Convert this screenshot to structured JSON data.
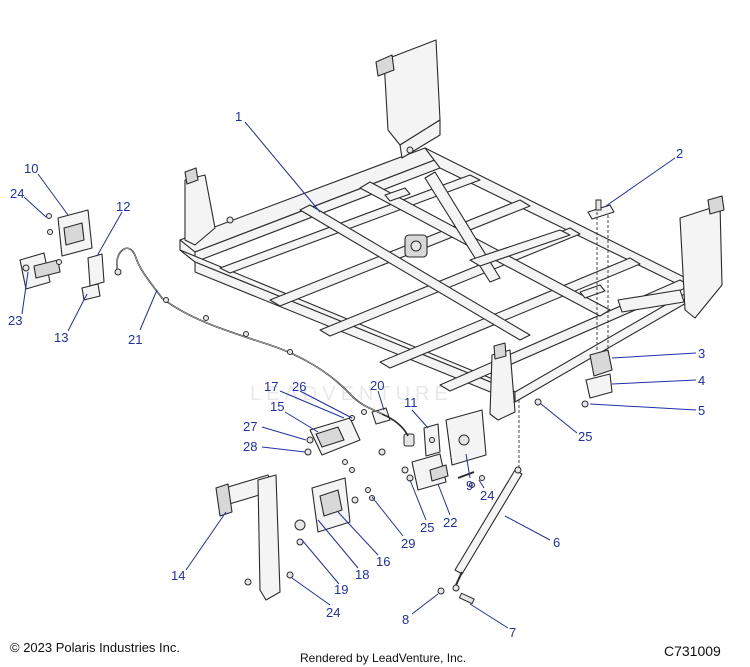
{
  "footer": {
    "copyright": "© 2023 Polaris Industries Inc.",
    "rendered_by": "Rendered by LeadVenture, Inc.",
    "diagram_code": "C731009"
  },
  "watermark": "LEADVENTURE",
  "callouts": [
    "1",
    "2",
    "3",
    "4",
    "5",
    "6",
    "7",
    "8",
    "9",
    "10",
    "11",
    "12",
    "13",
    "14",
    "15",
    "16",
    "17",
    "18",
    "19",
    "20",
    "21",
    "22",
    "23",
    "24",
    "24",
    "24",
    "25",
    "25",
    "26",
    "27",
    "28",
    "29"
  ],
  "colors": {
    "callout_blue": "#1f2fa8",
    "line": "#2a2a2a"
  }
}
